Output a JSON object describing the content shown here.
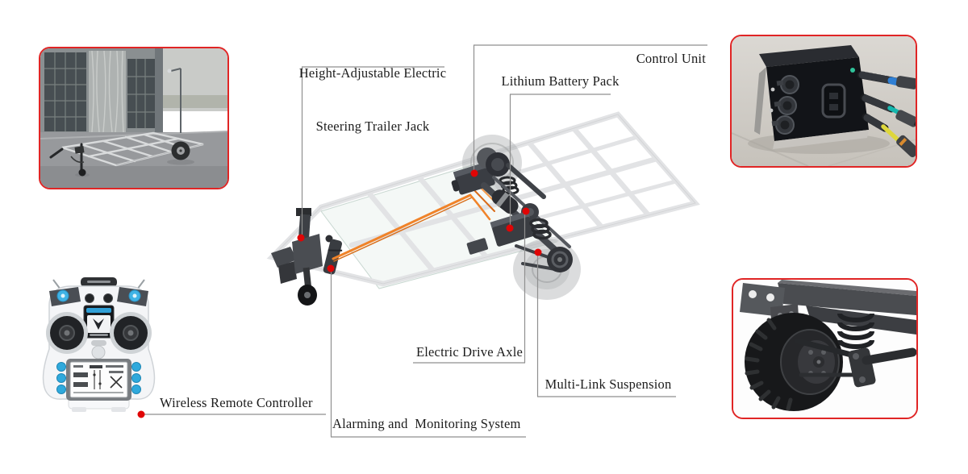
{
  "callouts": {
    "trailer_jack": {
      "line1": "Height-Adjustable Electric",
      "line2": "Steering Trailer Jack"
    },
    "control_unit": {
      "label": "Control Unit"
    },
    "lithium_battery": {
      "label": "Lithium Battery Pack"
    },
    "electric_drive_axle": {
      "label": "Electric Drive Axle"
    },
    "multi_link_suspension": {
      "label": "Multi-Link Suspension"
    },
    "alarming_monitoring": {
      "label": "Alarming and  Monitoring System"
    },
    "wireless_remote": {
      "label": "Wireless Remote Controller"
    }
  },
  "figures": {
    "chassis_photo": "trailer-chassis-outdoor-photo",
    "control_unit_photo": "control-unit-box-photo",
    "remote_controller_photo": "wireless-remote-controller-photo",
    "suspension_render": "wheel-and-suspension-render",
    "center_render": "electric-trailer-chassis-3d-render"
  },
  "colors": {
    "label_text": "#1c1c1c",
    "leader_line": "#8f8f8f",
    "callout_dot": "#e00505",
    "photo_border": "#e02525",
    "cable_orange": "#f08329"
  }
}
